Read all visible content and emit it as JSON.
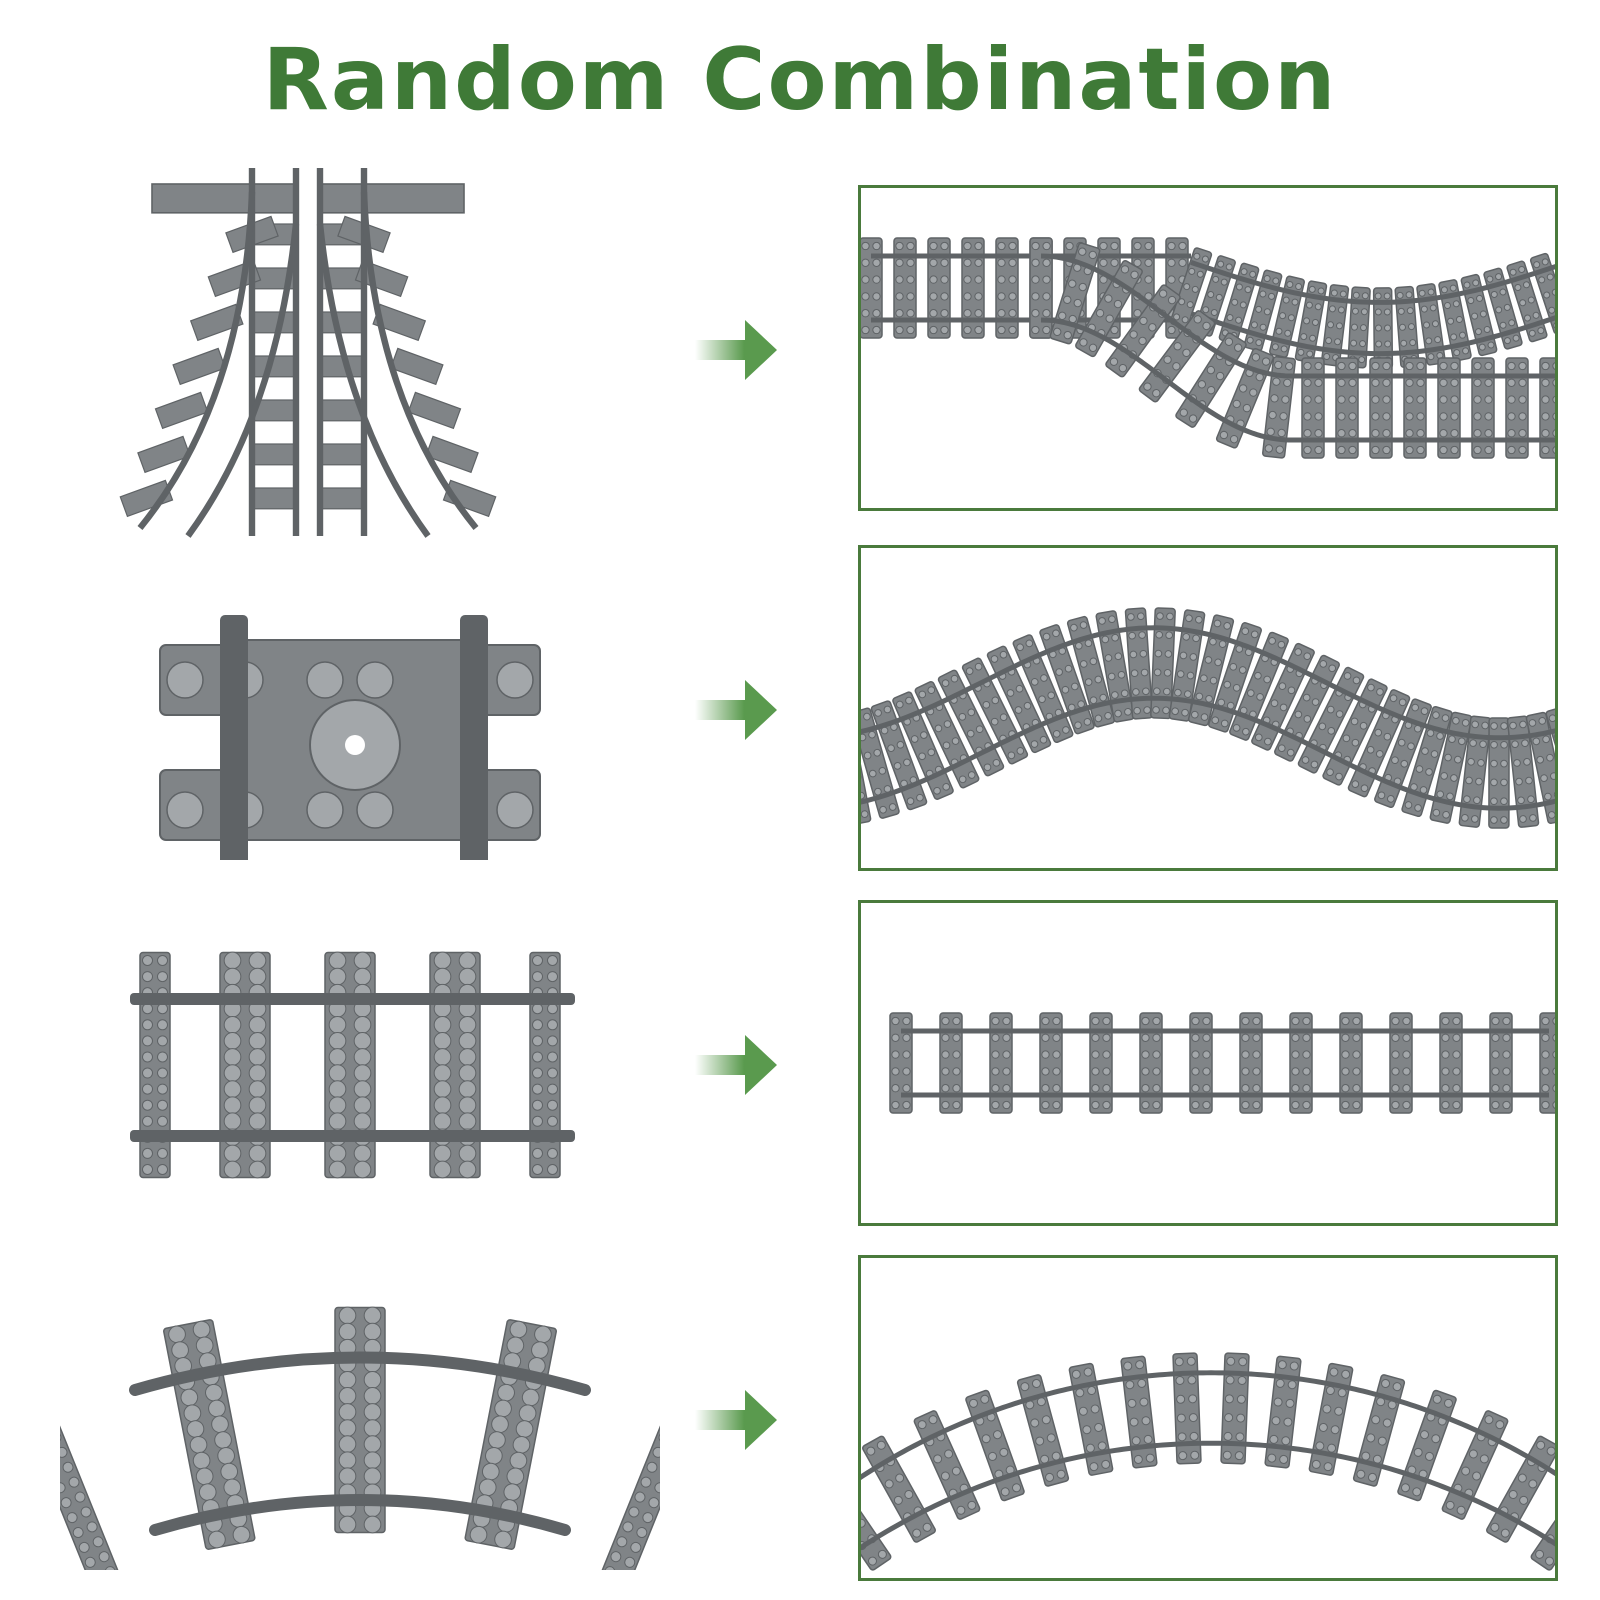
{
  "title": "Random Combination",
  "colors": {
    "title_green": "#3f7a37",
    "frame_green": "#4a7a3c",
    "arrow_green": "#5a9a4e",
    "track_gray": "#808487",
    "track_dark": "#5f6366",
    "track_light": "#a3a7aa"
  },
  "rows": [
    {
      "piece": "switch-track-pair",
      "result": "switch-layout-example"
    },
    {
      "piece": "flexible-track-segment",
      "result": "flexible-wavy-track-example"
    },
    {
      "piece": "straight-track-segment",
      "result": "straight-track-line-example"
    },
    {
      "piece": "curved-track-segment",
      "result": "curved-track-arc-example"
    }
  ]
}
